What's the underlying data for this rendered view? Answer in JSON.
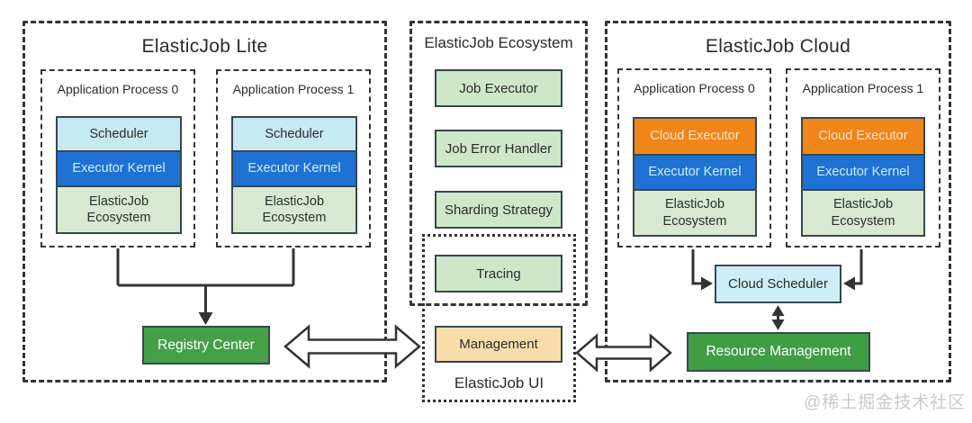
{
  "canvas": {
    "watermark": "@稀土掘金技术社区"
  },
  "colors": {
    "line": "#333333",
    "scheduler_fill": "#c6eaf2",
    "kernel_fill": "#1f72d4",
    "eco_layer_fill": "#d9e9d1",
    "eco_item_fill": "#cde7c8",
    "cloud_executor_fill": "#f08519",
    "management_fill": "#f8dcaa",
    "registry_fill": "#43a047",
    "resource_fill": "#3f9d44",
    "cloud_scheduler_fill": "#cdeef6"
  },
  "lite": {
    "title": "ElasticJob Lite",
    "processes": [
      {
        "label": "Application Process 0",
        "layers": [
          "Scheduler",
          "Executor Kernel",
          "ElasticJob\nEcosystem"
        ]
      },
      {
        "label": "Application Process 1",
        "layers": [
          "Scheduler",
          "Executor Kernel",
          "ElasticJob\nEcosystem"
        ]
      }
    ],
    "registry_center": "Registry Center"
  },
  "ecosystem": {
    "title": "ElasticJob Ecosystem",
    "items": [
      "Job Executor",
      "Job Error Handler",
      "Sharding Strategy",
      "Tracing"
    ],
    "ui": {
      "label": "ElasticJob UI",
      "management": "Management"
    }
  },
  "cloud": {
    "title": "ElasticJob Cloud",
    "processes": [
      {
        "label": "Application Process 0",
        "layers": [
          "Cloud Executor",
          "Executor Kernel",
          "ElasticJob\nEcosystem"
        ]
      },
      {
        "label": "Application Process 1",
        "layers": [
          "Cloud Executor",
          "Executor Kernel",
          "ElasticJob\nEcosystem"
        ]
      }
    ],
    "cloud_scheduler": "Cloud Scheduler",
    "resource_management": "Resource Management"
  }
}
